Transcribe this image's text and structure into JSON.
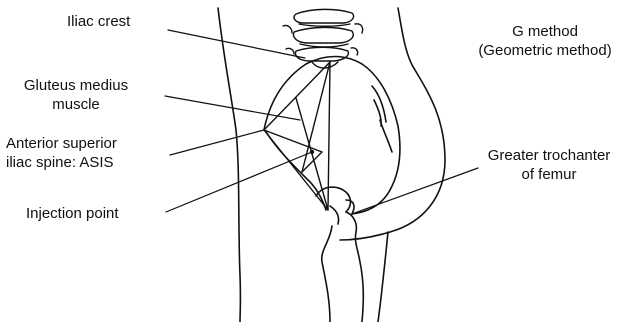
{
  "labels": {
    "iliac_crest": "Iliac crest",
    "gluteus_medius": [
      "Gluteus medius",
      "muscle"
    ],
    "asis": [
      "Anterior superior",
      "iliac spine: ASIS"
    ],
    "injection_point": "Injection point",
    "greater_trochanter": [
      "Greater trochanter",
      "of femur"
    ],
    "method": [
      "G method",
      "(Geometric method)"
    ]
  },
  "colors": {
    "ink": "#111111",
    "background": "#ffffff"
  }
}
